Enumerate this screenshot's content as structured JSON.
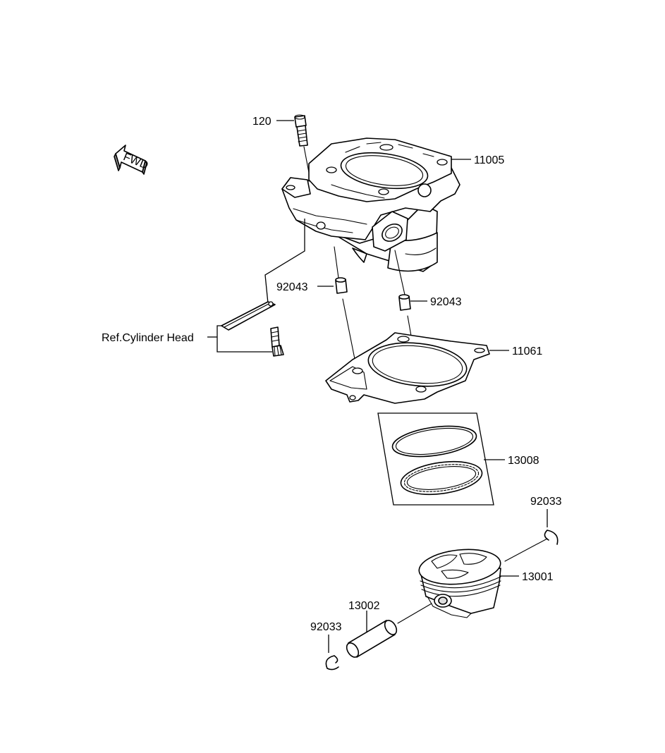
{
  "diagram": {
    "fwd_label": "FWD",
    "callouts": {
      "bolt": "120",
      "cylinder": "11005",
      "dowel_left": "92043",
      "dowel_right": "92043",
      "ref_cylinder_head": "Ref.Cylinder Head",
      "gasket": "11061",
      "piston_rings": "13008",
      "circlip_right": "92033",
      "piston": "13001",
      "piston_pin": "13002",
      "circlip_left": "92033"
    }
  }
}
